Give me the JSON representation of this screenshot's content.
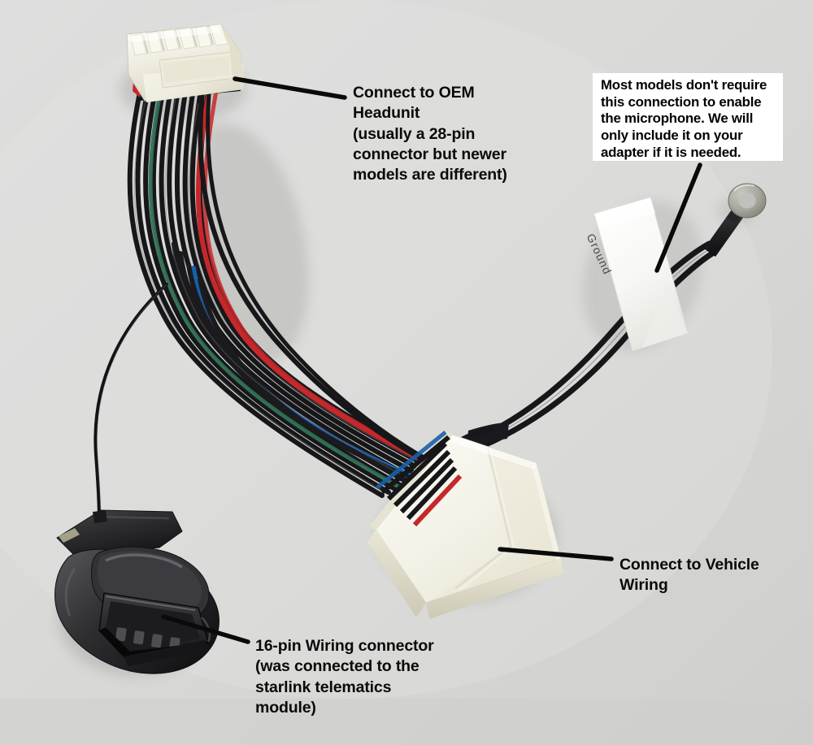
{
  "image": {
    "kind": "product-photo-with-callouts",
    "subject": "automotive wiring harness adapter",
    "background_color": "#d9d9d7"
  },
  "annotations": {
    "headunit": {
      "name": "connect-to-oem-headunit",
      "text": "Connect to OEM\nHeadunit\n(usually a 28-pin\nconnector but newer\nmodels are different)",
      "text_color": "#0a0a0a"
    },
    "microphone_note": {
      "name": "microphone-note",
      "text": "Most models don't require\nthis connection to enable\nthe microphone. We will\nonly include it on your\nadapter if it is needed.",
      "box_color": "#ffffff",
      "text_color": "#000000"
    },
    "vehicle_wiring": {
      "name": "connect-to-vehicle-wiring",
      "text": "Connect to Vehicle\nWiring",
      "text_color": "#0a0a0a"
    },
    "sixteen_pin": {
      "name": "sixteen-pin-wiring-connector",
      "text": "16-pin Wiring connector\n(was connected to the\nstarlink telematics\nmodule)",
      "text_color": "#0a0a0a"
    },
    "ground_tag": {
      "name": "ground-label",
      "text": "Ground",
      "text_color": "#4a4a4a"
    }
  },
  "parts": {
    "oem_connector": {
      "name": "white-28-pin-connector",
      "color": "#f2f0e8",
      "label": "28-pin OEM headunit connector"
    },
    "vehicle_connector": {
      "name": "white-vehicle-wiring-connector",
      "color": "#f4f2e6",
      "label": "Vehicle wiring connector"
    },
    "telematics_connector": {
      "name": "black-16-pin-connector",
      "color": "#2b2b2d",
      "label": "16-pin telematics connector"
    },
    "ring_terminal": {
      "name": "ground-ring-terminal",
      "color": "#9d9d94",
      "label": "Ground ring terminal"
    },
    "ground_tag": {
      "name": "white-ground-tag",
      "color": "#fbfbf9"
    },
    "wires": {
      "black": "#1b1b1d",
      "red": "#c5282c",
      "blue": "#1a5fa8",
      "green": "#2f6f52",
      "count_label": "wire bundle"
    }
  },
  "leader_lines": {
    "color": "#0a0a0a",
    "items": [
      {
        "name": "leader-headunit"
      },
      {
        "name": "leader-microphone"
      },
      {
        "name": "leader-vehicle-wiring"
      },
      {
        "name": "leader-sixteen-pin"
      }
    ]
  }
}
